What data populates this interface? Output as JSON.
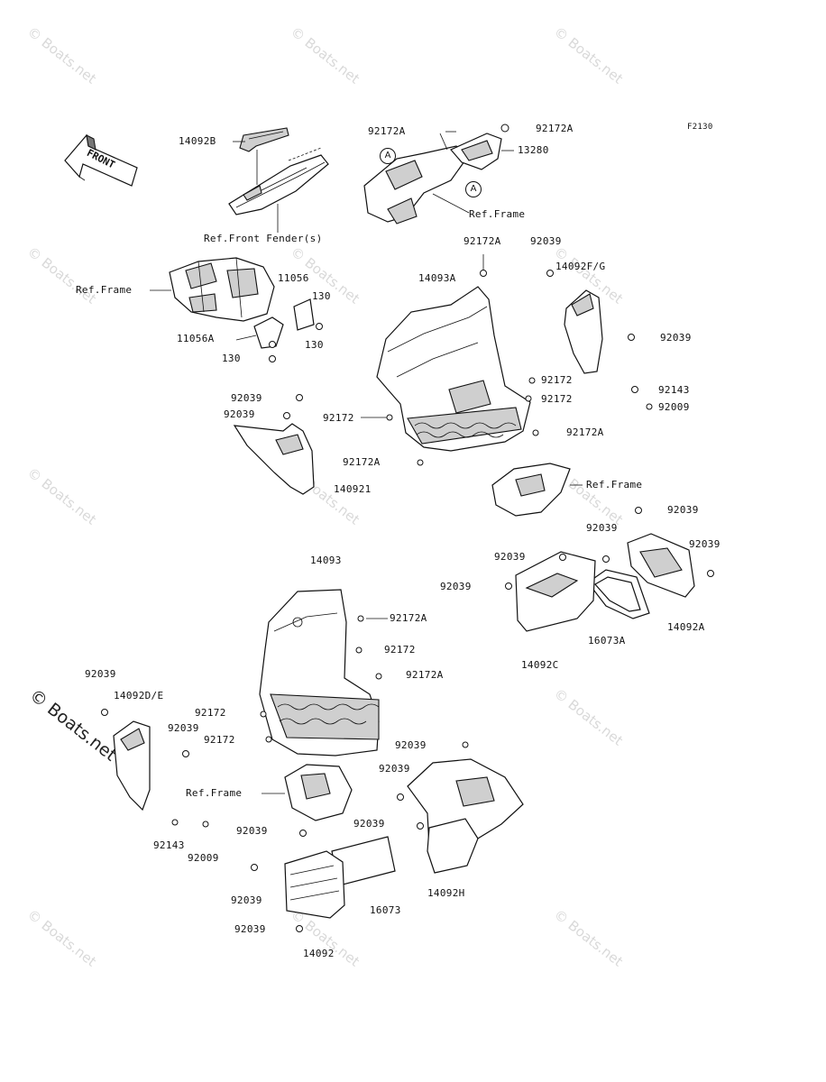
{
  "diagram": {
    "code": "F2130",
    "front_label": "FRONT",
    "watermark": "© Boats.net",
    "watermark_main": "© Boats.net",
    "callout_a": "A",
    "labels": {
      "l14092B": "14092B",
      "lRefFrontFender": "Ref.Front Fender(s)",
      "l92172A_t1": "92172A",
      "l92172A_t2": "92172A",
      "l13280": "13280",
      "lRefFrame_t": "Ref.Frame",
      "lRefFrame_l": "Ref.Frame",
      "l11056": "11056",
      "l130_a": "130",
      "l11056A": "11056A",
      "l130_b": "130",
      "l130_c": "130",
      "l92172A_m1": "92172A",
      "l92039_m1": "92039",
      "l14092FG": "14092F/G",
      "l14093A": "14093A",
      "l92039_m2": "92039",
      "l92172_m1": "92172",
      "l92172_m2": "92172",
      "l92143_m": "92143",
      "l92009_m": "92009",
      "l92039_l1": "92039",
      "l92039_l2": "92039",
      "l92172_l": "92172",
      "l92172A_m2": "92172A",
      "l92172A_m3": "92172A",
      "l140921": "140921",
      "lRefFrame_m": "Ref.Frame",
      "l92039_r1": "92039",
      "l92039_r2": "92039",
      "l92039_r3": "92039",
      "l92039_r4": "92039",
      "l92039_r5": "92039",
      "l16073A": "16073A",
      "l14092A": "14092A",
      "l14092C": "14092C",
      "l14093": "14093",
      "l92172A_b1": "92172A",
      "l92172_b1": "92172",
      "l92172A_b2": "92172A",
      "l92039_bl1": "92039",
      "l14092DE": "14092D/E",
      "l92039_bl2": "92039",
      "l92172_b2": "92172",
      "l92172_b3": "92172",
      "lRefFrame_b": "Ref.Frame",
      "l92143_b": "92143",
      "l92009_b": "92009",
      "l92039_b3": "92039",
      "l92039_b4": "92039",
      "l92039_b5": "92039",
      "l16073": "16073",
      "l92039_b6": "92039",
      "l14092": "14092",
      "l92039_b7": "92039",
      "l92039_b8": "92039",
      "l14092H": "14092H"
    }
  }
}
